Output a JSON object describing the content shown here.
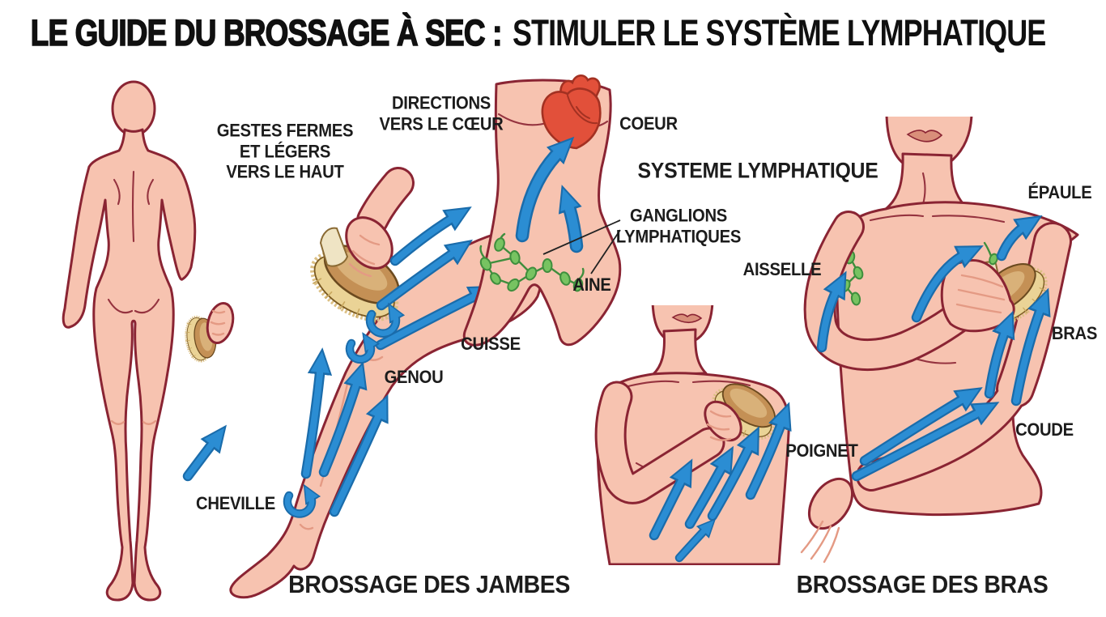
{
  "title": {
    "part1": "LE GUIDE DU BROSSAGE À SEC :",
    "part2": "STIMULER LE SYSTÈME LYMPHATIQUE"
  },
  "annotations": {
    "gestes": "GESTES FERMES\nET LÉGERS\nVERS LE HAUT",
    "directions": "DIRECTIONS\nVERS LE CŒUR",
    "coeur": "COEUR",
    "systeme": "SYSTEME LYMPHATIQUE",
    "ganglions": "GANGLIONS\nLYMPHATIQUES",
    "aisselle": "AISSELLE",
    "aine": "AINE",
    "epaule": "ÉPAULE",
    "bras": "BRAS",
    "cuisse": "CUISSE",
    "genou": "GENOU",
    "coude": "COUDE",
    "poignet": "POIGNET",
    "cheville": "CHEVILLE"
  },
  "captions": {
    "jambes": "BROSSAGE DES JAMBES",
    "bras": "BROSSAGE DES BRAS"
  },
  "colors": {
    "text": "#1c1c1c",
    "skin": "#f7c3b0",
    "skin_shadow": "#e49a84",
    "outline": "#8a2433",
    "arrow": "#2b8dd3",
    "arrow_dark": "#1a6cab",
    "green": "#77c361",
    "green_dark": "#3f8e3d",
    "heart": "#e2503a",
    "heart_dark": "#a33122",
    "wood": "#c49055",
    "wood_light": "#d9b179",
    "bristle": "#ead396",
    "bristle_edge": "#dcc084",
    "brush_outline": "#6b4a1f",
    "strap": "#efe4c4",
    "lips": "#d98f7a"
  }
}
